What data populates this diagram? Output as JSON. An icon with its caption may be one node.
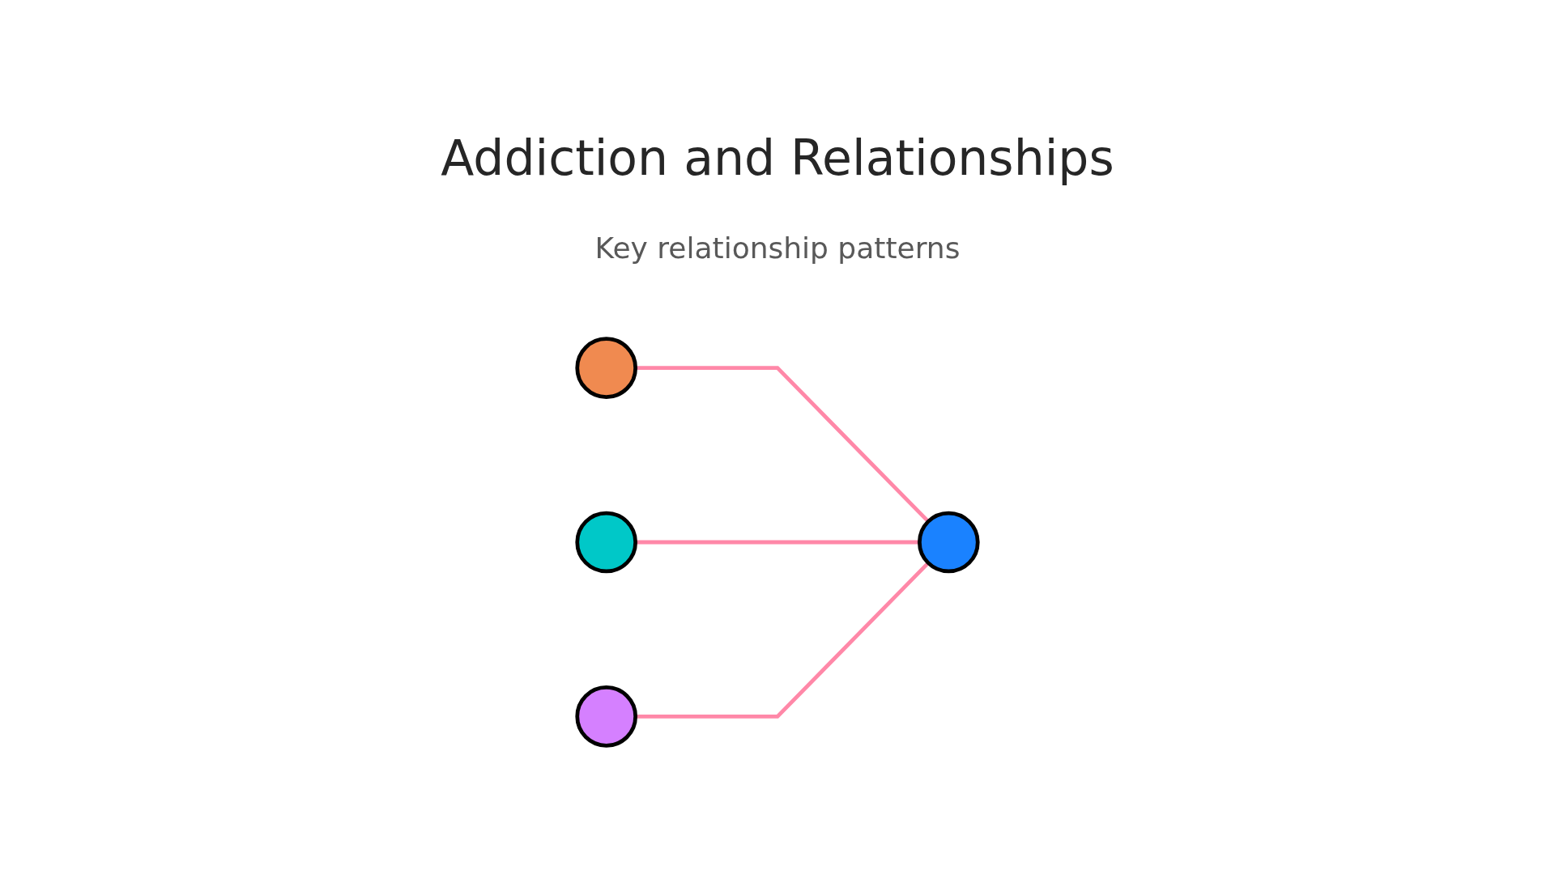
{
  "diagram": {
    "title": "Addiction and Relationships",
    "nodes": [
      {
        "text": [],
        "shape": "circle"
      },
      {
        "text": [],
        "shape": "circle"
      },
      {
        "text": [],
        "shape": "circle"
      },
      {
        "text": [],
        "shape": "circle"
      }
    ],
    "edges": [
      {
        "from": 0,
        "to": 1,
        "arrow": "none"
      },
      {
        "from": 2,
        "to": 1,
        "arrow": "none"
      },
      {
        "from": 3,
        "to": 1,
        "arrow": "none"
      }
    ],
    "labels": [
      "Key relationship patterns"
    ]
  }
}
